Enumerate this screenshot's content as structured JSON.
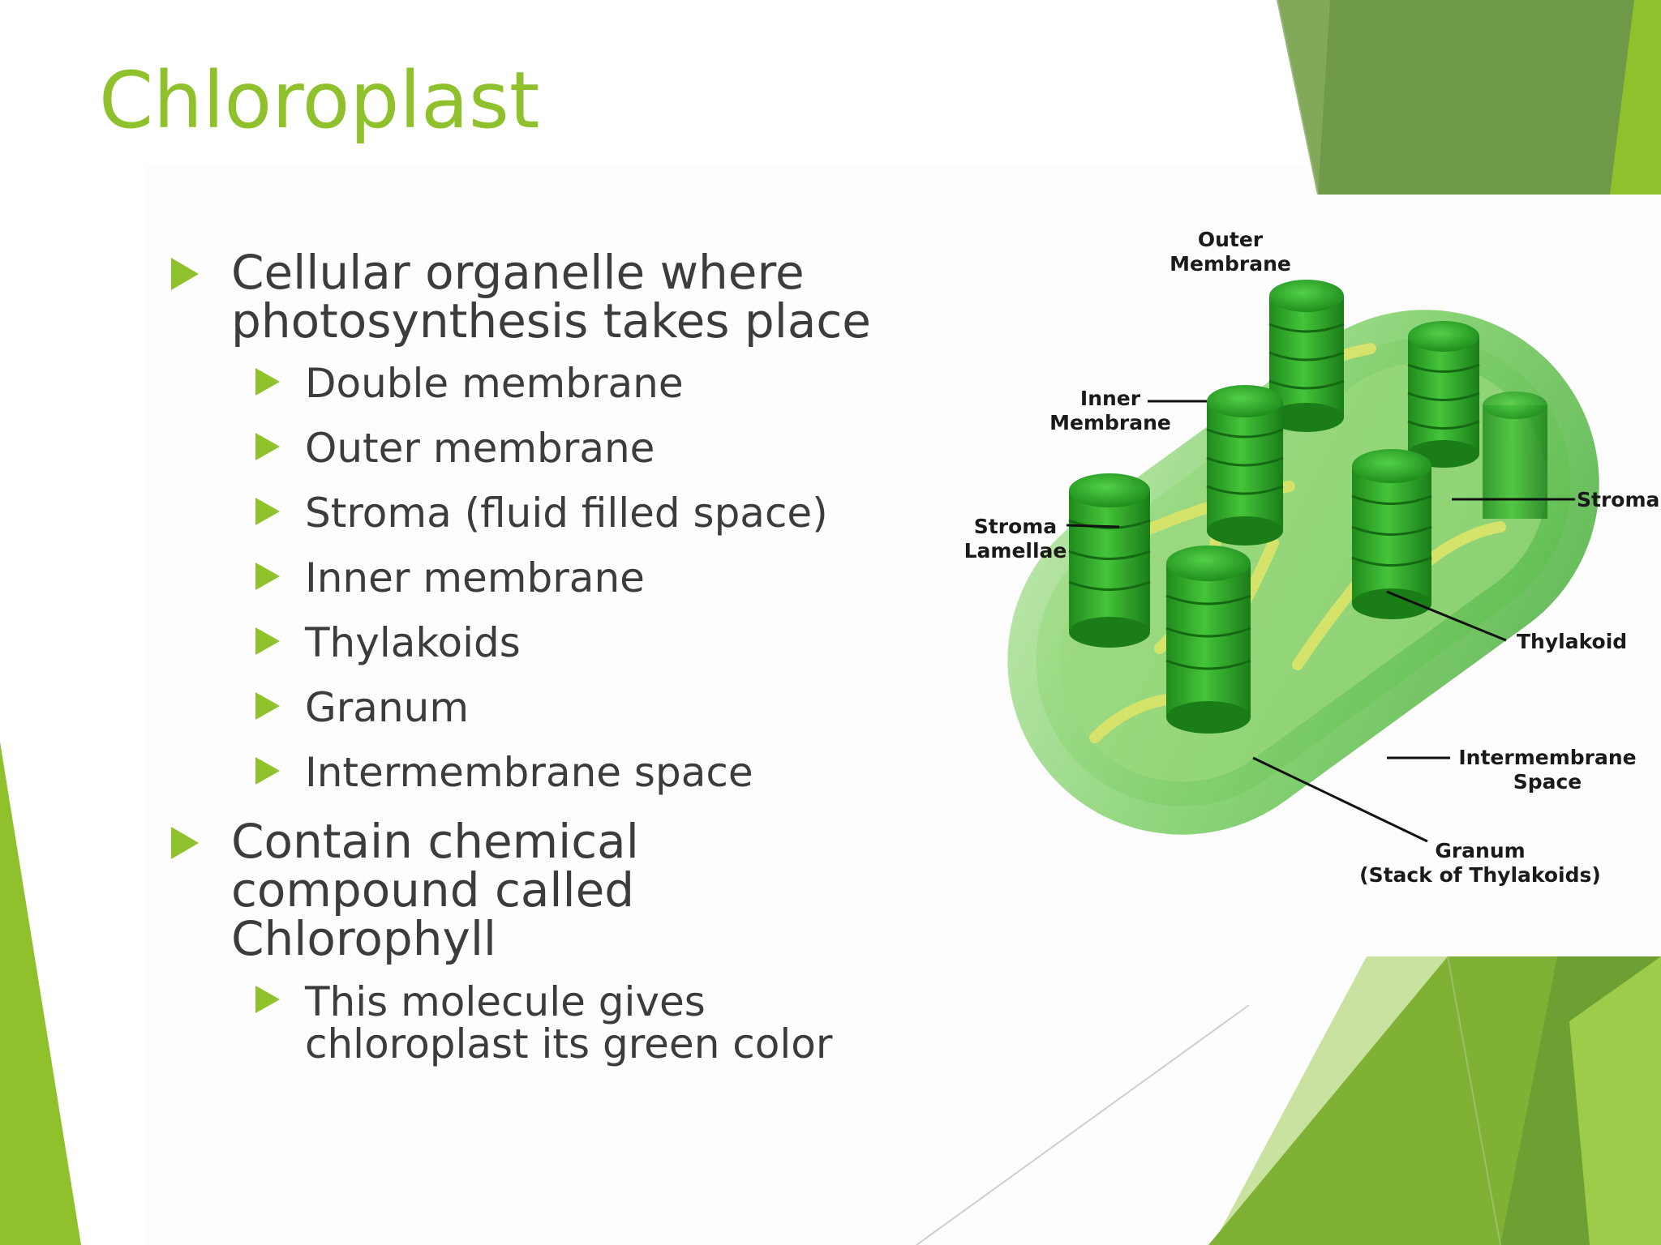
{
  "slide": {
    "title": "Chloroplast",
    "bullets": [
      {
        "text": "Cellular organelle where photosynthesis takes place",
        "lines": [
          "Cellular organelle where",
          "photosynthesis takes place"
        ],
        "sub": [
          "Double membrane",
          "Outer membrane",
          "Stroma (fluid filled space)",
          "Inner membrane",
          "Thylakoids",
          "Granum",
          "Intermembrane space"
        ]
      },
      {
        "text": "Contain chemical compound called Chlorophyll",
        "lines": [
          "Contain chemical",
          "compound called",
          "Chlorophyll"
        ],
        "sub": [
          {
            "text": "This molecule gives chloroplast its green color",
            "lines": [
              "This molecule gives",
              "chloroplast its green color"
            ]
          }
        ]
      }
    ]
  },
  "diagram": {
    "labels": {
      "outer_membrane": [
        "Outer",
        "Membrane"
      ],
      "inner_membrane": [
        "Inner",
        "Membrane"
      ],
      "stroma_lamellae": [
        "Stroma",
        "Lamellae"
      ],
      "stroma": "Stroma",
      "thylakoid": "Thylakoid",
      "intermembrane_space": [
        "Intermembrane",
        "Space"
      ],
      "granum": [
        "Granum",
        "(Stack of Thylakoids)"
      ]
    }
  },
  "theme": {
    "accent": "#8ec12c",
    "text": "#3c3c3c",
    "dark_green": "#6f9a4a",
    "mid_green": "#7fb135",
    "light_green": "#a9d15b",
    "organelle_green": "#39b52b"
  }
}
